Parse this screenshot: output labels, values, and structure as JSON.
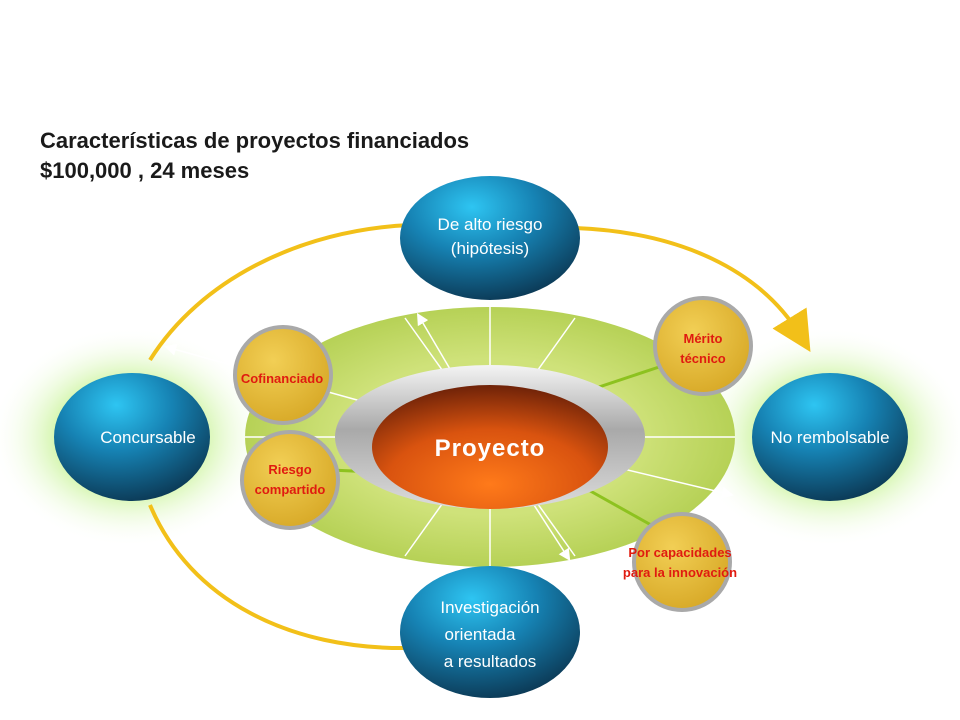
{
  "title": {
    "line1": "Características de proyectos financiados",
    "line2": "$100,000 , 24 meses"
  },
  "center": {
    "label": "Proyecto"
  },
  "nodes": {
    "top": [
      "De alto riesgo",
      "(hipótesis)"
    ],
    "left": [
      "Concursable"
    ],
    "right": [
      "No rembolsable"
    ],
    "bottom": [
      "Investigación",
      "orientada",
      "a resultados"
    ]
  },
  "small_nodes": {
    "cofinanciado": [
      "Cofinanciado"
    ],
    "riesgo": [
      "Riesgo",
      "compartido"
    ],
    "merito": [
      "Mérito",
      "técnico"
    ],
    "capacidades": [
      "Por capacidades",
      "para la innovación"
    ]
  },
  "colors": {
    "ring_green": "#c8de6e",
    "arc_yellow": "#f2c019",
    "node_blue": "#1fa5d8",
    "small_gold": "#e8bf3a",
    "small_text_red": "#e01b10",
    "center_orange": "#e85d14"
  }
}
